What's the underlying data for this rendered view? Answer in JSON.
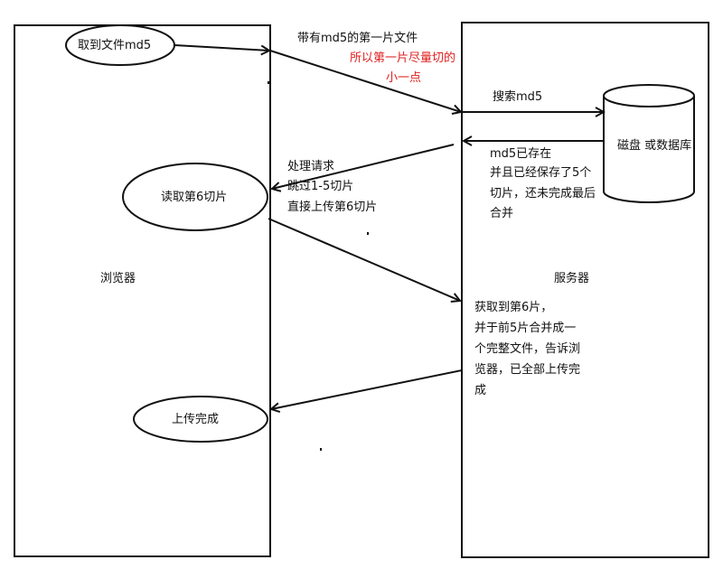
{
  "nodes": {
    "browser": "浏览器",
    "server": "服务器",
    "storage": "磁盘 或数据库",
    "read_md5": "取到文件md5",
    "read_slice6": "读取第6切片",
    "upload_done": "上传完成"
  },
  "messages": {
    "first_slice": "带有md5的第一片文件",
    "first_slice_note_1": "所以第一片尽量切的",
    "first_slice_note_2": "小一点",
    "search_md5": "搜索md5",
    "md5_exists": [
      "md5已存在",
      "并且已经保存了5个",
      "切片，还未完成最后",
      "合并"
    ],
    "process_request": [
      "处理请求",
      "跳过1-5切片",
      "直接上传第6切片"
    ],
    "server_merge": [
      "获取到第6片，",
      "并于前5片合并成一",
      "个完整文件，告诉浏",
      "览器，已全部上传完",
      "成"
    ]
  },
  "colors": {
    "line": "#111111",
    "note": "#e02020",
    "background": "#ffffff"
  }
}
